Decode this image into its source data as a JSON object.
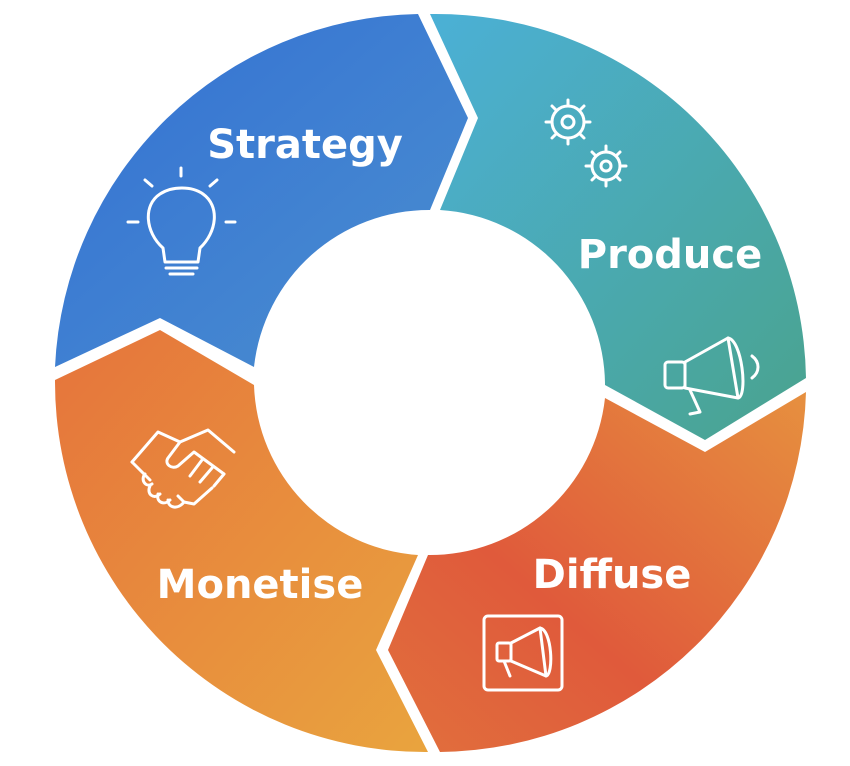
{
  "diagram": {
    "segments": [
      {
        "label": "Strategy",
        "icon": "lightbulb-icon",
        "colors": [
          "#3a72d0",
          "#4a93c8"
        ]
      },
      {
        "label": "Produce",
        "icon": "gears-icon",
        "colors": [
          "#4aa8d0",
          "#4aa596"
        ]
      },
      {
        "label": "Diffuse",
        "icon": "megaphone-box-icon",
        "colors": [
          "#e05a3c",
          "#e48a3e"
        ]
      },
      {
        "label": "Monetise",
        "icon": "handshake-icon",
        "colors": [
          "#e67d3e",
          "#e8a43e"
        ]
      }
    ],
    "extra_icons": [
      "megaphone-icon"
    ]
  }
}
